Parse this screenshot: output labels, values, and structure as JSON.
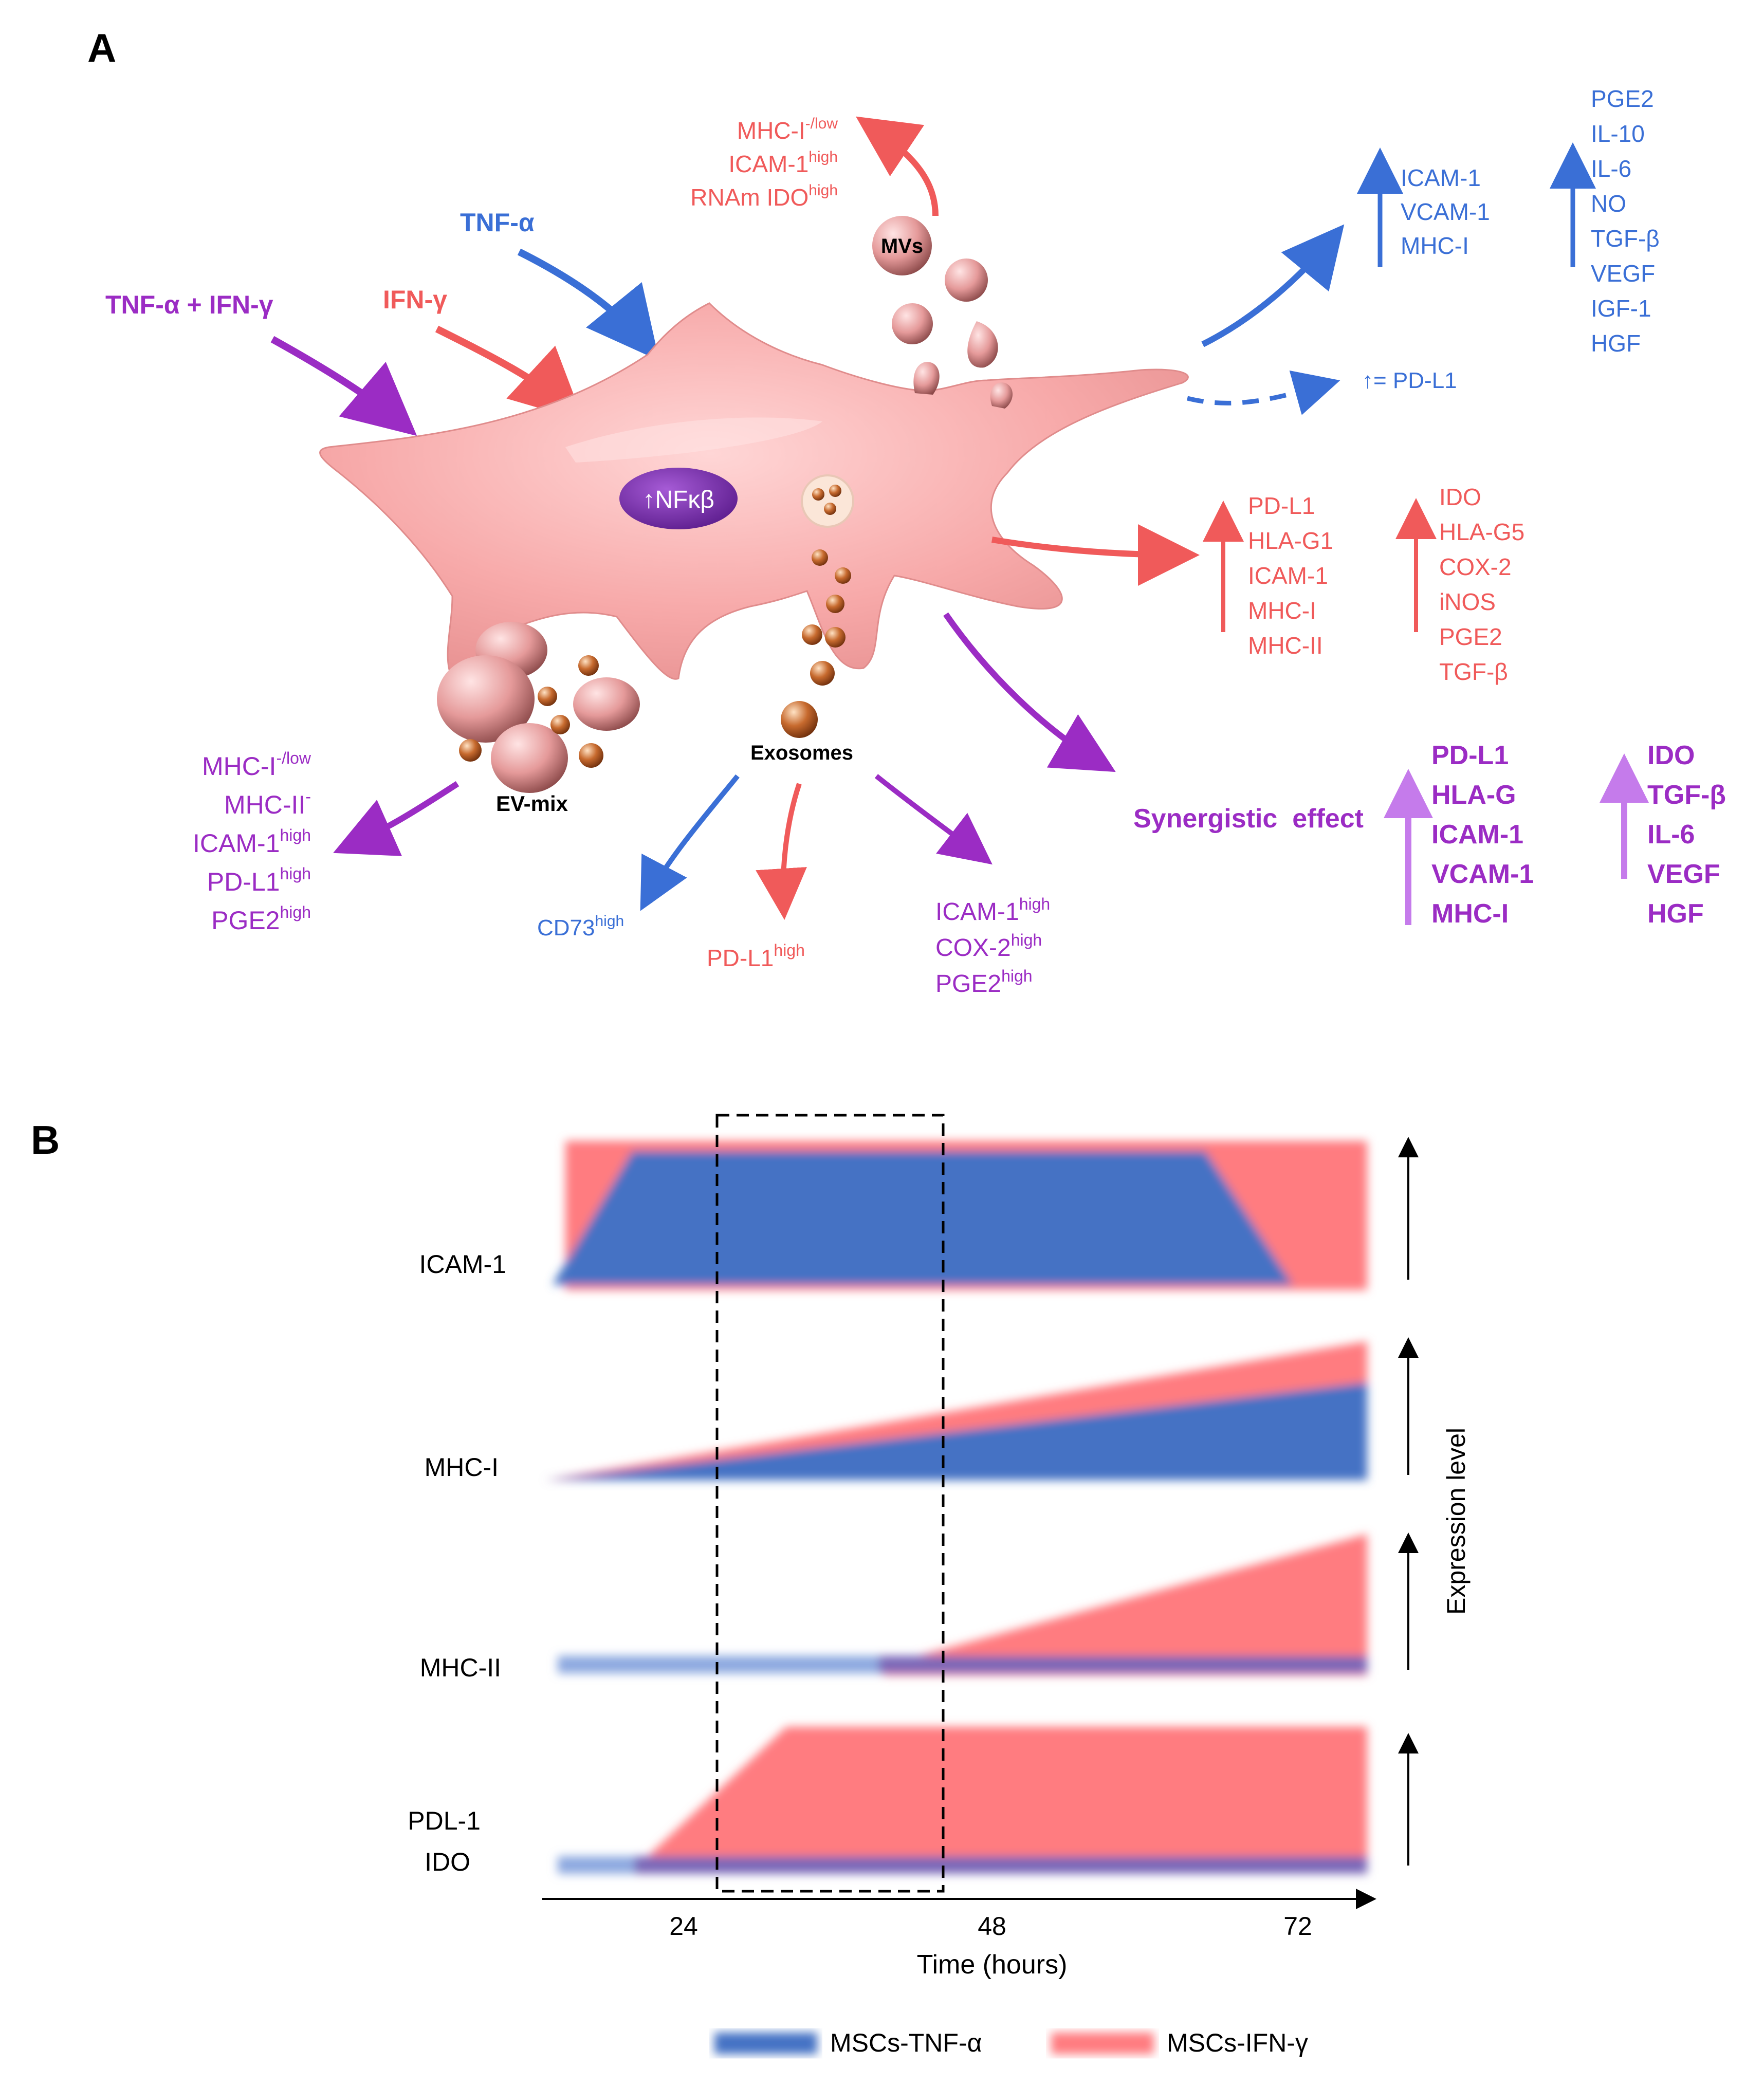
{
  "colors": {
    "blue": "#3A6FD6",
    "red": "#F05A5A",
    "purple": "#9B2CC4",
    "lightPurple": "#C57BEB",
    "cell": "#F7A9A9",
    "nucleus": "#7A2DB0",
    "barBlue": "#4472C4",
    "barRed": "#FF7C80"
  },
  "panelA": {
    "label": "A",
    "stimuli": {
      "tnf": "TNF-α",
      "ifn": "IFN-γ",
      "combo": "TNF-α + IFN-γ"
    },
    "nucleus": "↑NFκβ",
    "vesicles": {
      "mvs": "MVs",
      "exosomes": "Exosomes",
      "evmix": "EV-mix"
    },
    "mvsList": [
      {
        "base": "MHC-I",
        "sup": "-/low"
      },
      {
        "base": "ICAM-1",
        "sup": "high"
      },
      {
        "base": "RNAm IDO",
        "sup": "high"
      }
    ],
    "tnfSurface": [
      "ICAM-1",
      "VCAM-1",
      "MHC-I"
    ],
    "tnfSecreted": [
      "PGE2",
      "IL-10",
      "IL-6",
      "NO",
      "TGF-β",
      "VEGF",
      "IGF-1",
      "HGF"
    ],
    "tnfPdl1": "↑= PD-L1",
    "ifnSurface": [
      "PD-L1",
      "HLA-G1",
      "ICAM-1",
      "MHC-I",
      "MHC-II"
    ],
    "ifnSecreted": [
      "IDO",
      "HLA-G5",
      "COX-2",
      "iNOS",
      "PGE2",
      "TGF-β"
    ],
    "synergy": {
      "label": "Synergistic  effect",
      "surface": [
        "PD-L1",
        "HLA-G",
        "ICAM-1",
        "VCAM-1",
        "MHC-I"
      ],
      "secreted": [
        "IDO",
        "TGF-β",
        "IL-6",
        "VEGF",
        "HGF"
      ]
    },
    "evmixList": [
      {
        "base": "MHC-I",
        "sup": "-/low"
      },
      {
        "base": "MHC-II",
        "sup": "-"
      },
      {
        "base": "ICAM-1",
        "sup": "high"
      },
      {
        "base": "PD-L1",
        "sup": "high"
      },
      {
        "base": "PGE2",
        "sup": "high"
      }
    ],
    "exoBlue": {
      "base": "CD73",
      "sup": "high"
    },
    "exoRed": {
      "base": "PD-L1",
      "sup": "high"
    },
    "exoPurple": [
      {
        "base": "ICAM-1",
        "sup": "high"
      },
      {
        "base": "COX-2",
        "sup": "high"
      },
      {
        "base": "PGE2",
        "sup": "high"
      }
    ]
  },
  "panelB": {
    "label": "B",
    "rows": [
      "ICAM-1",
      "MHC-I",
      "MHC-II",
      "PDL-1",
      "IDO"
    ],
    "yAxisLabel": "Expression level",
    "xTicks": [
      "24",
      "48",
      "72"
    ],
    "xLabel": "Time (hours)",
    "legend": [
      "MSCs-TNF-α",
      "MSCs-IFN-γ"
    ]
  }
}
